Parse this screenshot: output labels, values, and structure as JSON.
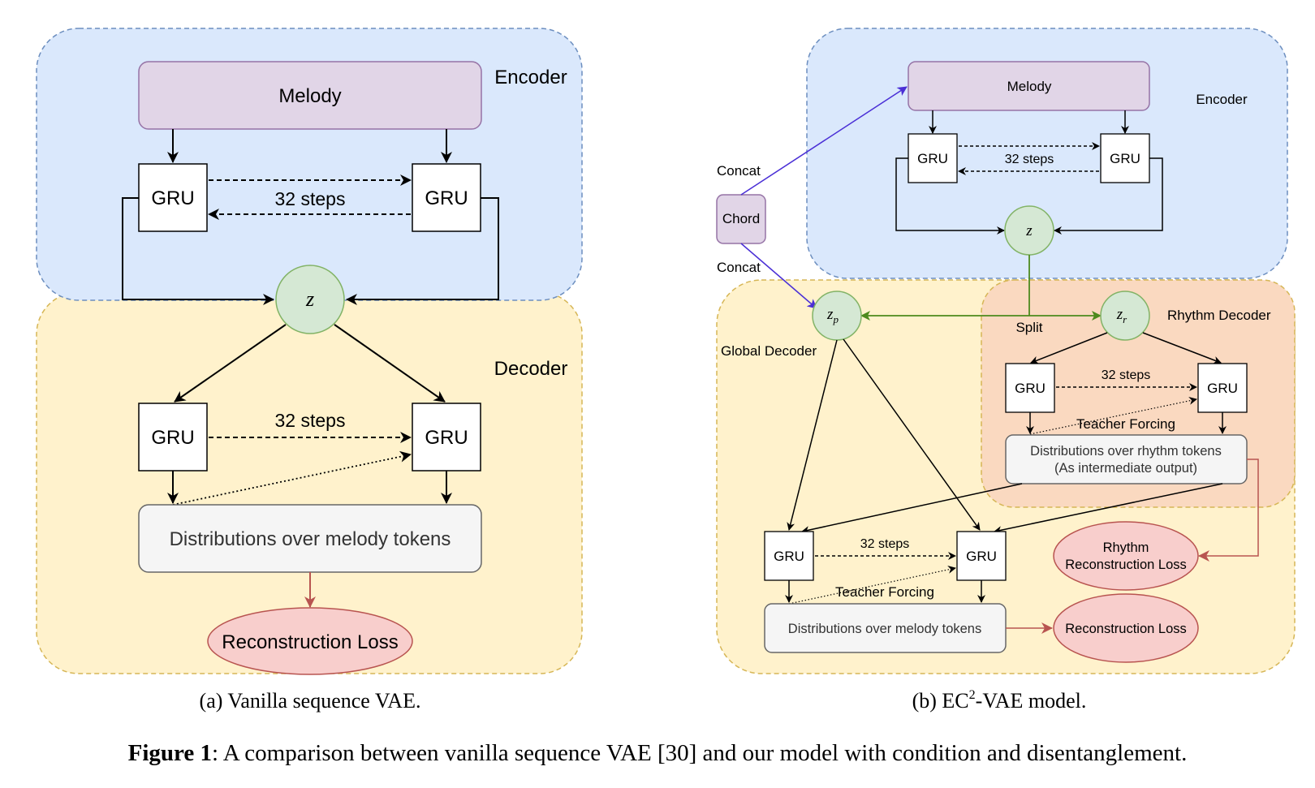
{
  "colors": {
    "encoder_fill": "#dae8fc",
    "encoder_border": "#6c8ebf",
    "decoder_fill": "#fff2cc",
    "decoder_border": "#d6b656",
    "rhythm_fill": "#fad9c0",
    "melody_fill": "#e1d5e7",
    "melody_border": "#9673a6",
    "latent_fill": "#d5e8d4",
    "latent_border": "#82b366",
    "loss_fill": "#f8cecc",
    "loss_border": "#b85450",
    "dist_fill": "#f5f5f5",
    "concat_arrow": "#4a2fd6",
    "split_arrow": "#4d8a1d"
  },
  "panel_a": {
    "encoder_label": "Encoder",
    "decoder_label": "Decoder",
    "melody": "Melody",
    "gru": "GRU",
    "steps": "32 steps",
    "z": "z",
    "distributions": "Distributions over melody tokens",
    "loss": "Reconstruction Loss",
    "caption": "(a) Vanilla sequence VAE."
  },
  "panel_b": {
    "encoder_label": "Encoder",
    "global_decoder_label": "Global Decoder",
    "rhythm_decoder_label": "Rhythm Decoder",
    "melody": "Melody",
    "chord": "Chord",
    "concat": "Concat",
    "split": "Split",
    "gru": "GRU",
    "steps": "32 steps",
    "teacher_forcing": "Teacher Forcing",
    "z": "z",
    "zp_base": "z",
    "zp_sub": "p",
    "zr_base": "z",
    "zr_sub": "r",
    "rhythm_dist_line1": "Distributions over rhythm tokens",
    "rhythm_dist_line2": "(As intermediate output)",
    "melody_dist": "Distributions over melody tokens",
    "rhythm_loss_line1": "Rhythm",
    "rhythm_loss_line2": "Reconstruction Loss",
    "loss": "Reconstruction Loss",
    "caption_prefix": "(b) EC",
    "caption_sup": "2",
    "caption_suffix": "-VAE model."
  },
  "figure_caption": {
    "label": "Figure 1",
    "text": ": A comparison between vanilla sequence VAE [30] and our model with condition and disentanglement."
  }
}
